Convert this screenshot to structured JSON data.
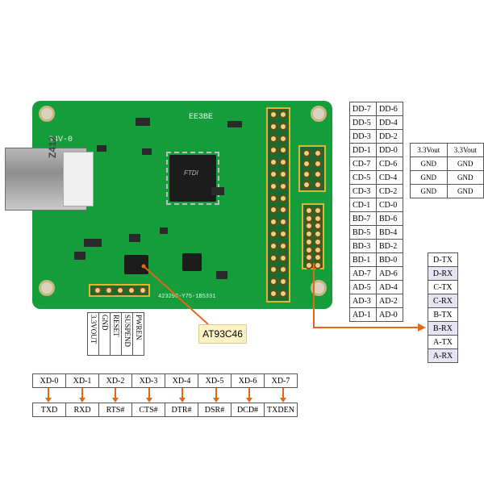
{
  "board": {
    "silk_top": "EE3BE",
    "silk_left": "94V-0",
    "silk_bottom": "42329G-Y75-1B5331",
    "usb_label": "Z412",
    "chip_marking": "FTDI"
  },
  "callouts": {
    "eeprom": "AT93C46"
  },
  "vertical_labels": [
    "3.3VOUT",
    "GND",
    "RESET",
    "SUSPEND",
    "PWREN"
  ],
  "ab_table": [
    [
      "DD-7",
      "DD-6"
    ],
    [
      "DD-5",
      "DD-4"
    ],
    [
      "DD-3",
      "DD-2"
    ],
    [
      "DD-1",
      "DD-0"
    ],
    [
      "CD-7",
      "CD-6"
    ],
    [
      "CD-5",
      "CD-4"
    ],
    [
      "CD-3",
      "CD-2"
    ],
    [
      "CD-1",
      "CD-0"
    ],
    [
      "BD-7",
      "BD-6"
    ],
    [
      "BD-5",
      "BD-4"
    ],
    [
      "BD-3",
      "BD-2"
    ],
    [
      "BD-1",
      "BD-0"
    ],
    [
      "AD-7",
      "AD-6"
    ],
    [
      "AD-5",
      "AD-4"
    ],
    [
      "AD-3",
      "AD-2"
    ],
    [
      "AD-1",
      "AD-0"
    ]
  ],
  "power_table": [
    [
      "3.3Vout",
      "3.3Vout"
    ],
    [
      "GND",
      "GND"
    ],
    [
      "GND",
      "GND"
    ],
    [
      "GND",
      "GND"
    ]
  ],
  "serial_table": [
    "D-TX",
    "D-RX",
    "C-TX",
    "C-RX",
    "B-TX",
    "B-RX",
    "A-TX",
    "A-RX"
  ],
  "xd_top": [
    "XD-0",
    "XD-1",
    "XD-2",
    "XD-3",
    "XD-4",
    "XD-5",
    "XD-6",
    "XD-7"
  ],
  "xd_bottom": [
    "TXD",
    "RXD",
    "RTS#",
    "CTS#",
    "DTR#",
    "DSR#",
    "DCD#",
    "TXDEN"
  ],
  "colors": {
    "pcb": "#159d3c",
    "arrow": "#e06a1a",
    "header_frame": "#e0b536",
    "callout_bg": "#fdf3c6"
  }
}
